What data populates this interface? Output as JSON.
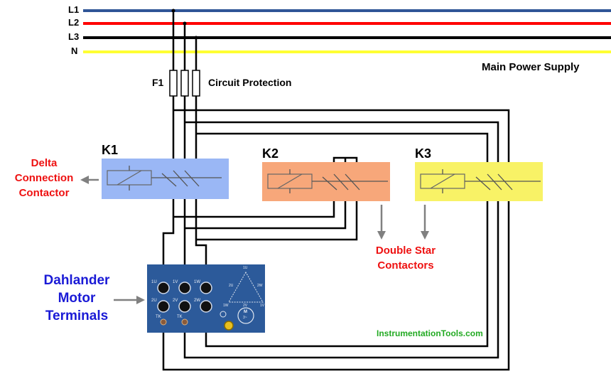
{
  "bus": {
    "l1": "L1",
    "l2": "L2",
    "l3": "L3",
    "n": "N",
    "colors": {
      "l1": "#2f5597",
      "l2": "#ff0000",
      "l3": "#000000",
      "n": "#ffff33"
    }
  },
  "supply_label": "Main Power Supply",
  "fuse": {
    "id": "F1",
    "label": "Circuit Protection"
  },
  "contactors": {
    "k1": {
      "id": "K1",
      "color": "#9ab7f5"
    },
    "k2": {
      "id": "K2",
      "color": "#f7a77a"
    },
    "k3": {
      "id": "K3",
      "color": "#f8f266"
    }
  },
  "callouts": {
    "delta": [
      "Delta",
      "Connection",
      "Contactor"
    ],
    "double_star": [
      "Double Star",
      "Contactors"
    ],
    "motor": [
      "Dahlander",
      "Motor",
      "Terminals"
    ]
  },
  "motor_panel": {
    "color": "#2c5a9a",
    "top_row": [
      "1U",
      "1V",
      "1W"
    ],
    "bottom_row": [
      "2U",
      "2V",
      "2W"
    ],
    "tk": [
      "TK",
      "TK"
    ],
    "triangle_labels": [
      "1U",
      "2U",
      "2W",
      "1W",
      "2V",
      "1V"
    ],
    "motor_symbol": [
      "M",
      "3~"
    ]
  },
  "watermark": "InstrumentationTools.com"
}
